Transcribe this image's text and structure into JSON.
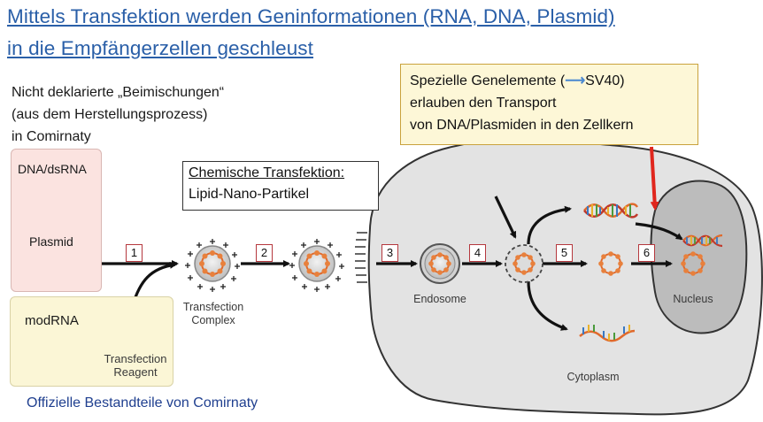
{
  "title": {
    "line1": "Mittels Transfektion werden Geninformationen (RNA, DNA, Plasmid)",
    "line2": "in die Empfängerzellen geschleust"
  },
  "left_note": {
    "line1": "Nicht deklarierte „Beimischungen“",
    "line2": "(aus dem Herstellungsprozess)",
    "line3": "in Comirnaty"
  },
  "pink_box": {
    "dna_label": "DNA/dsRNA",
    "plasmid_label": "Plasmid"
  },
  "yellow_box": {
    "modrna_label": "modRNA",
    "reagent_label1": "Transfection",
    "reagent_label2": "Reagent"
  },
  "bottom_caption": "Offizielle Bestandteile von Comirnaty",
  "callout": {
    "line1_pre": "Spezielle Genelemente (",
    "line1_post": "SV40)",
    "line2": "erlauben den Transport",
    "line3": "von DNA/Plasmiden in den Zellkern"
  },
  "chem_box": {
    "line1": "Chemische Transfektion:",
    "line2": "Lipid-Nano-Partikel"
  },
  "steps": [
    "1",
    "2",
    "3",
    "4",
    "5",
    "6"
  ],
  "diagram_labels": {
    "complex1": "Transfection",
    "complex2": "Complex",
    "endosome": "Endosome",
    "nucleus": "Nucleus",
    "cytoplasm": "Cytoplasm"
  },
  "colors": {
    "title": "#2a5fa8",
    "callout_border": "#c9a23d",
    "red_arrow": "#e0261d",
    "step_border": "#b5383e"
  }
}
